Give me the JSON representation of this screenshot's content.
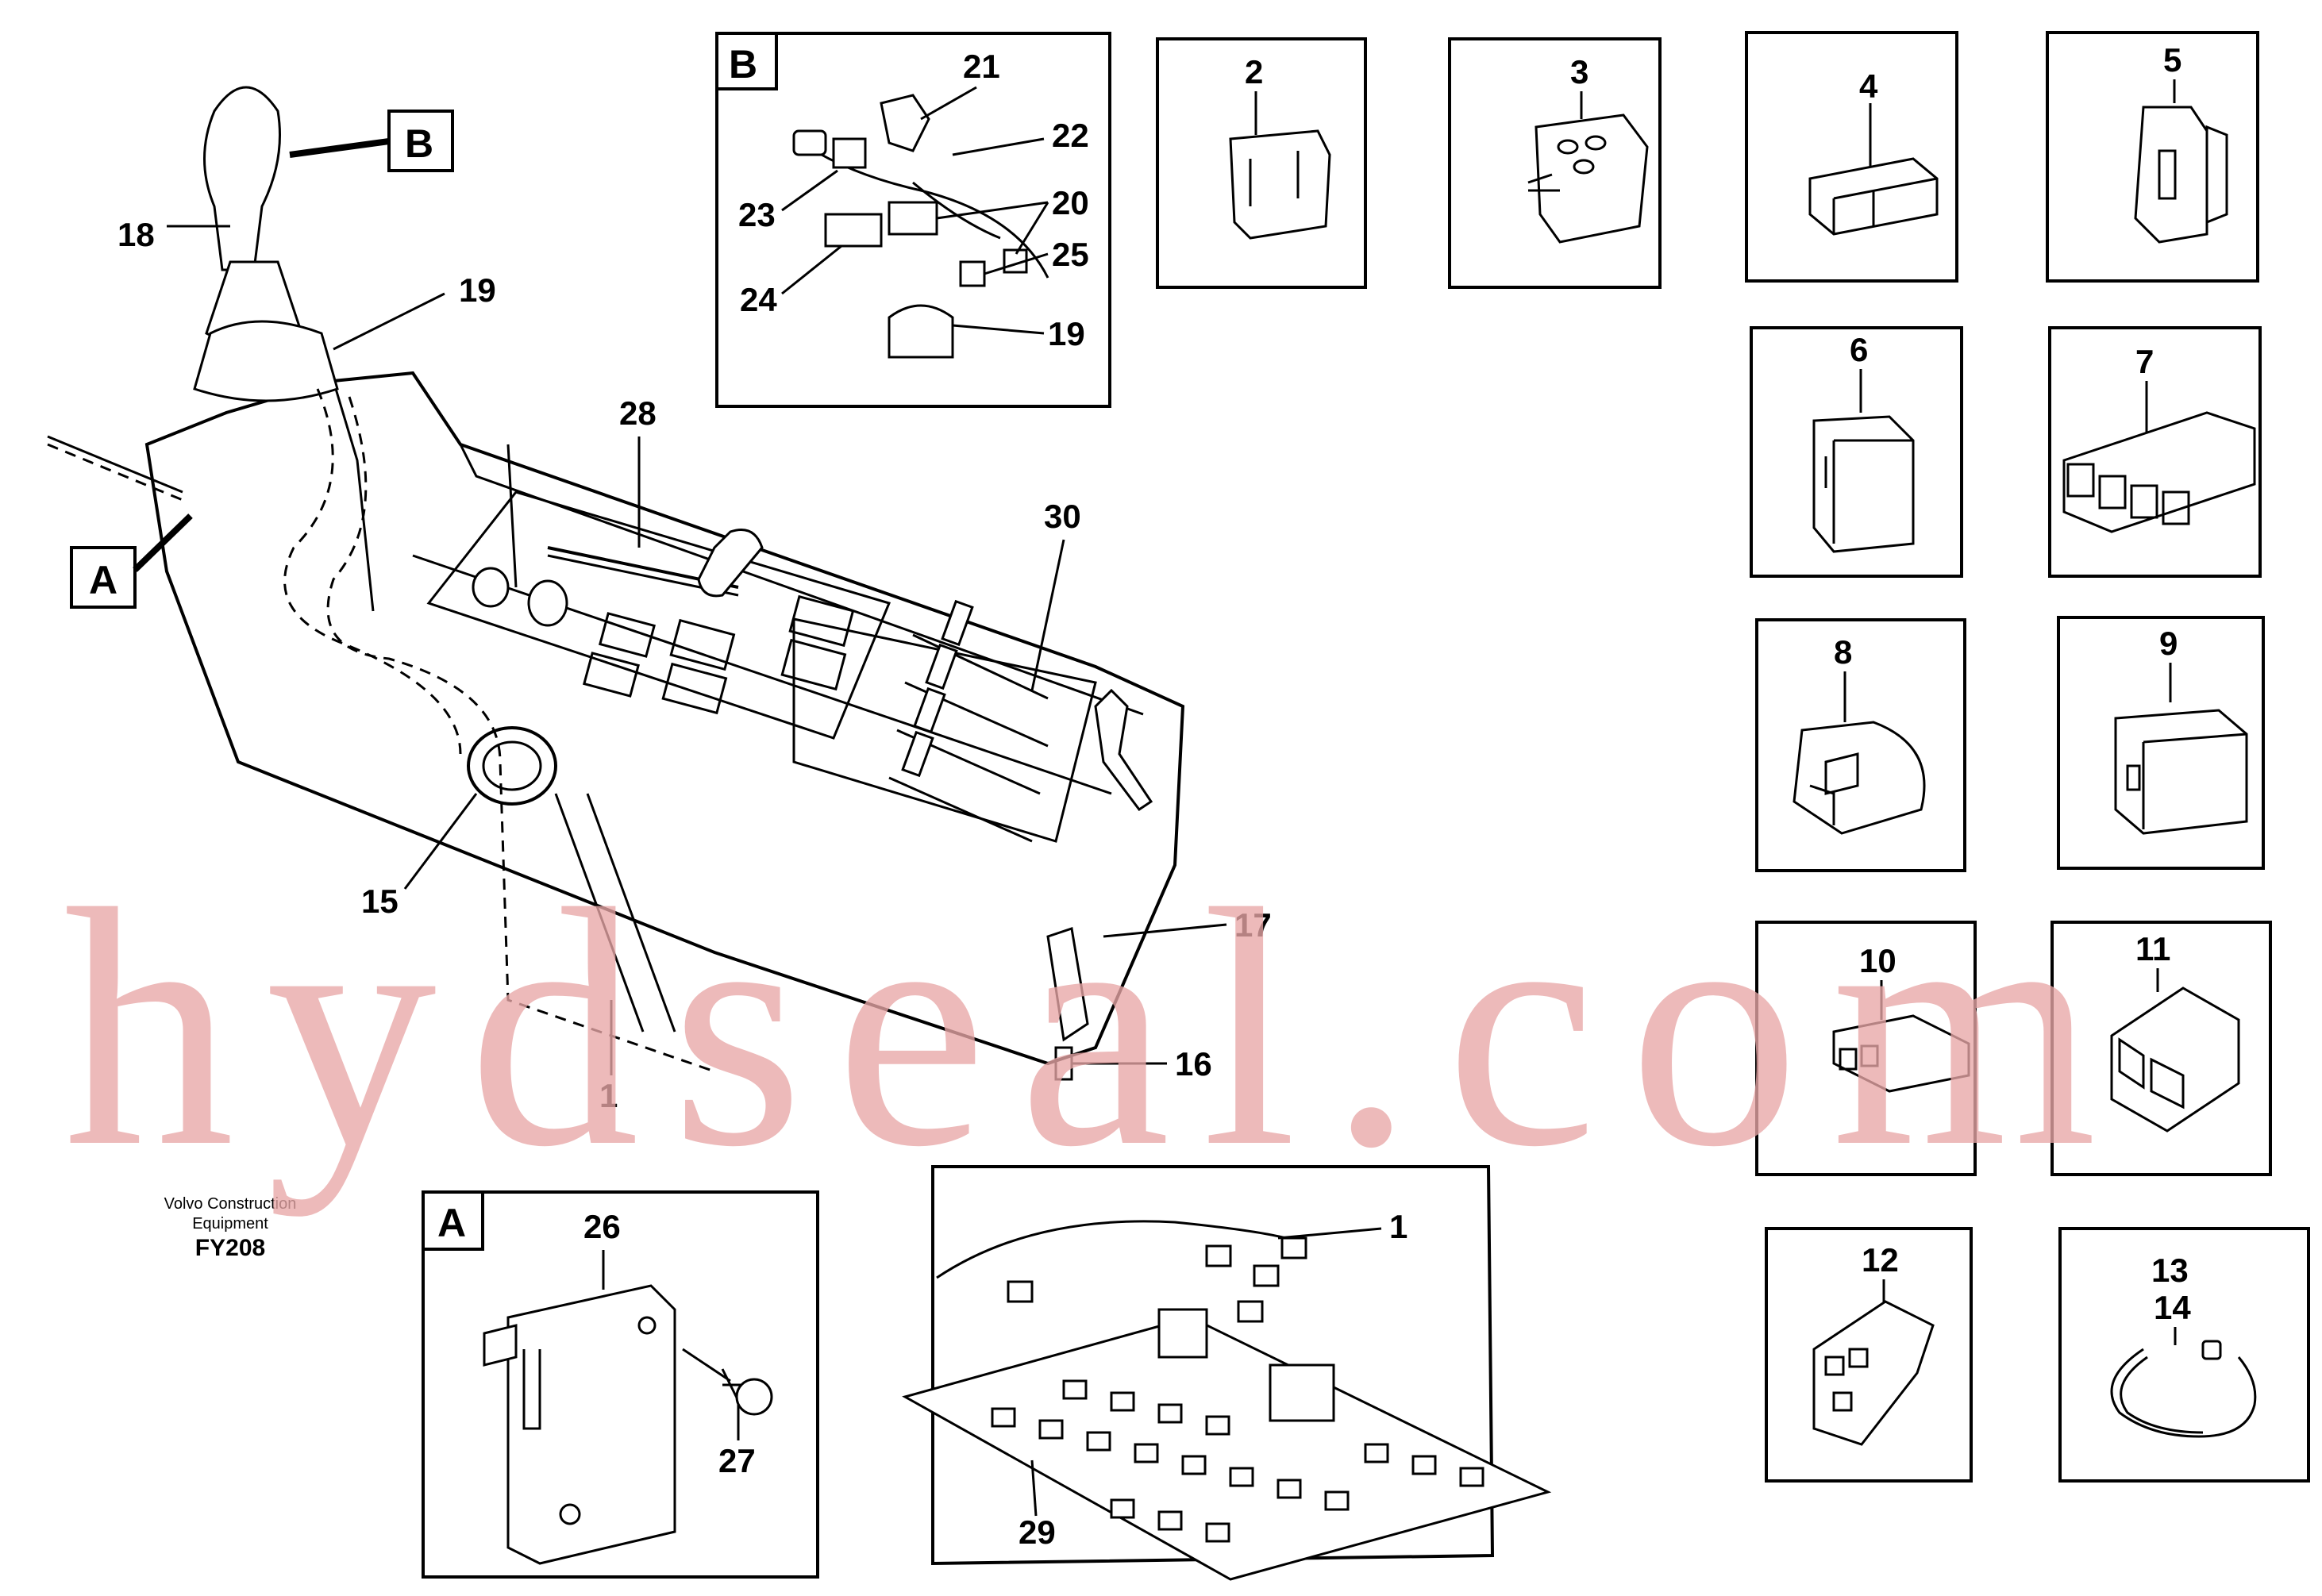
{
  "diagram": {
    "credit": {
      "company_line1": "Volvo Construction",
      "company_line2": "Equipment",
      "code": "FY208"
    },
    "watermark": "hydseal.com",
    "detail_labels": {
      "A": "A",
      "B": "B"
    },
    "main_callouts": [
      "18",
      "19",
      "28",
      "30",
      "15",
      "17",
      "16",
      "1"
    ],
    "detail_b_callouts": [
      "21",
      "22",
      "20",
      "23",
      "25",
      "24",
      "19"
    ],
    "detail_a_callouts": [
      "26",
      "27"
    ],
    "board_callouts": [
      "1",
      "29"
    ],
    "connector_parts": [
      "2",
      "3",
      "4",
      "5",
      "6",
      "7",
      "8",
      "9",
      "10",
      "11",
      "12",
      "13",
      "14"
    ]
  }
}
